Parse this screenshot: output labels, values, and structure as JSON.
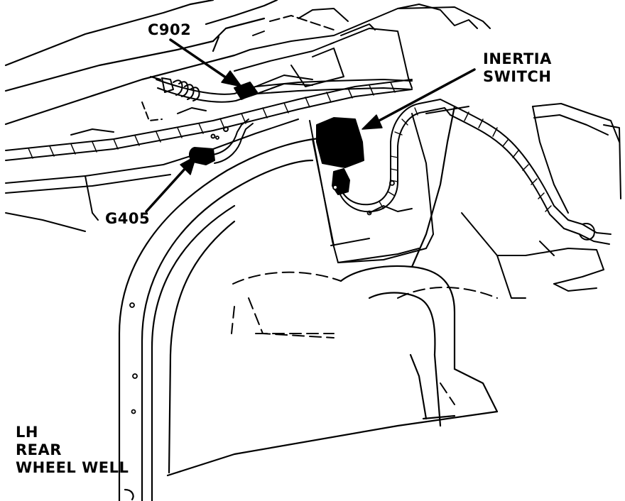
{
  "labels": {
    "c902": "C902",
    "inertia_line1": "INERTIA",
    "inertia_line2": "SWITCH",
    "g405": "G405",
    "wheel_line1": "LH",
    "wheel_line2": "REAR",
    "wheel_line3": "WHEEL WELL"
  },
  "colors": {
    "ink": "#000000",
    "paper": "#ffffff"
  }
}
